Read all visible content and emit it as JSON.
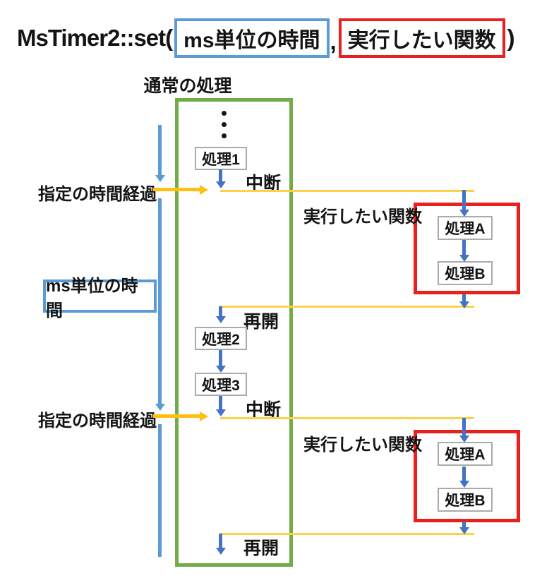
{
  "title": {
    "prefix": "MsTimer2::set(",
    "arg_ms": "ms単位の時間",
    "comma": ",",
    "arg_func": "実行したい関数",
    "suffix": ")"
  },
  "normal_flow": {
    "header": "通常の処理",
    "steps": [
      "処理1",
      "処理2",
      "処理3"
    ]
  },
  "timeline": {
    "elapsed_label_1": "指定の時間経過",
    "elapsed_label_2": "指定の時間経過",
    "duration_box_label": "ms単位の時間"
  },
  "interrupts": [
    {
      "interrupt_label": "中断",
      "resume_label": "再開",
      "function_label": "実行したい関数",
      "steps": [
        "処理A",
        "処理B"
      ]
    },
    {
      "interrupt_label": "中断",
      "resume_label": "再開",
      "function_label": "実行したい関数",
      "steps": [
        "処理A",
        "処理B"
      ]
    }
  ],
  "colors": {
    "light_blue": "#5B9BD5",
    "dark_blue": "#4472C4",
    "green": "#70AD47",
    "red": "#E8201E",
    "gold_arrow": "#FFC012",
    "gold_line": "#FFD14A",
    "box_border_gray": "#ABABAB",
    "text": "#141414"
  }
}
